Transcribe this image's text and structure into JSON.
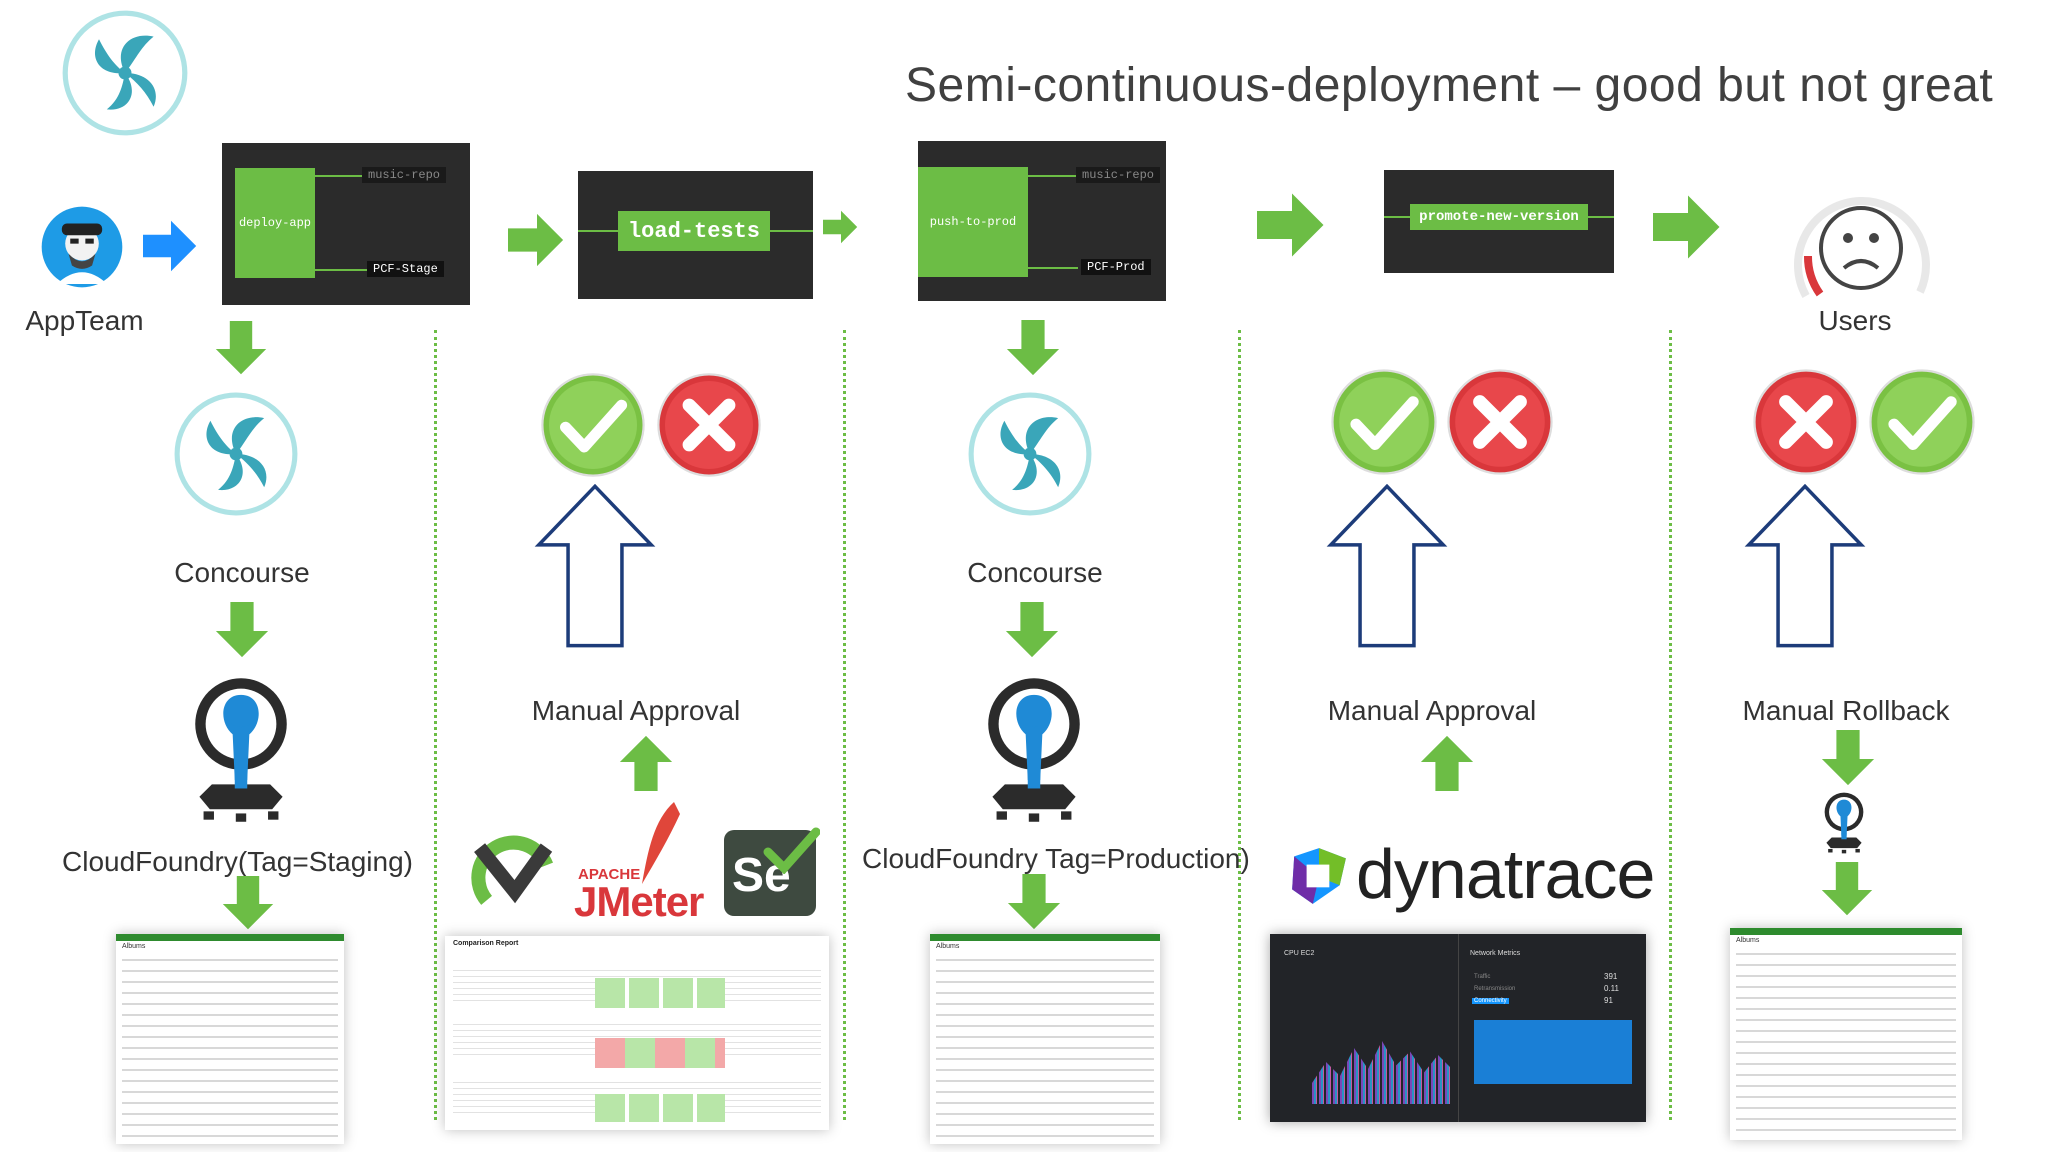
{
  "title": "Semi-continuous-deployment – good but not great",
  "colors": {
    "green": "#6cbd45",
    "red": "#d9373b",
    "blue": "#1e90ff",
    "terminal": "#2b2b2b"
  },
  "actors": {
    "app_team": "AppTeam",
    "users": "Users"
  },
  "pipelines": {
    "stage": {
      "job": "deploy-app",
      "input": "music-repo",
      "output": "PCF-Stage"
    },
    "load": {
      "job": "load-tests"
    },
    "prod": {
      "job": "push-to-prod",
      "input": "music-repo",
      "output": "PCF-Prod"
    },
    "promote": {
      "job": "promote-new-version"
    }
  },
  "labels": {
    "concourse_1": "Concourse",
    "concourse_2": "Concourse",
    "cf_staging": "CloudFoundry(Tag=Staging)",
    "cf_production": "CloudFoundry Tag=Production)",
    "manual_approval_1": "Manual Approval",
    "manual_approval_2": "Manual Approval",
    "manual_rollback": "Manual Rollback"
  },
  "logos": {
    "jmeter_top": "APACHE",
    "jmeter": "JMeter",
    "selenium": "Se",
    "dynatrace": "dynatrace"
  },
  "screenshots": {
    "app_heading": "Albums",
    "comparison_heading": "Comparison Report",
    "cpu_panel": "CPU EC2",
    "network_panel": "Network Metrics",
    "network_rows": [
      "Traffic",
      "Retransmission",
      "Connectivity"
    ],
    "network_values": [
      "391",
      "0.11",
      "91"
    ]
  },
  "icons": [
    "concourse-icon",
    "user-avatar-icon",
    "right-arrow-icon",
    "down-arrow-icon",
    "up-arrow-icon",
    "check-icon",
    "cross-icon",
    "sad-face-icon",
    "cloudfoundry-icon"
  ]
}
